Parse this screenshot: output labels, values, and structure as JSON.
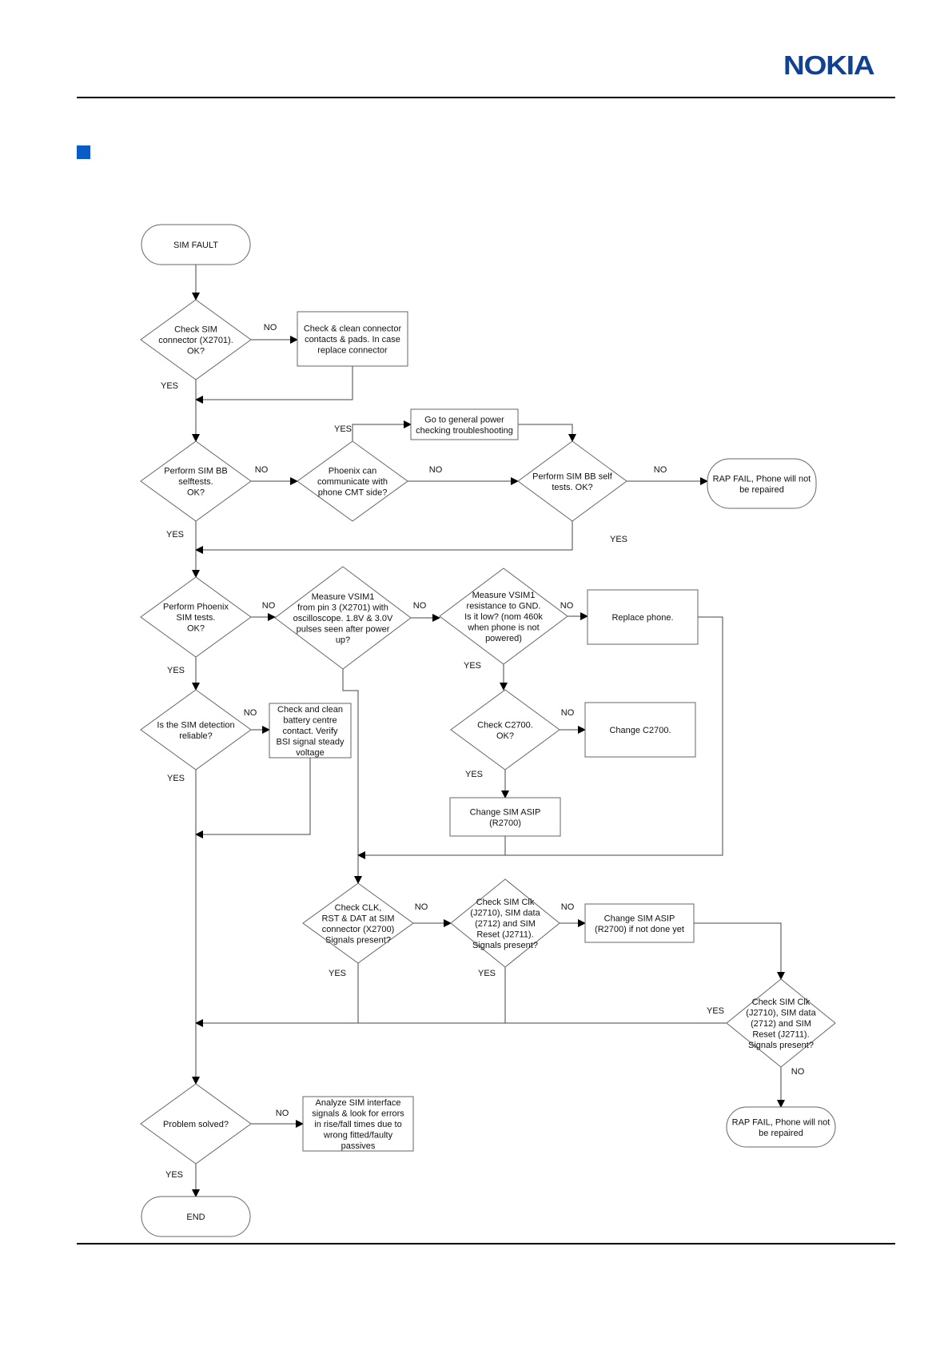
{
  "header": {
    "logo_text": "NOKIA",
    "logo_color": "#124191"
  },
  "section_marker_color": "#0a5bc4",
  "diagram": {
    "nodes": [
      {
        "id": "sim_fault",
        "lines": [
          "SIM FAULT"
        ]
      },
      {
        "id": "check_connector",
        "lines": [
          "Check SIM",
          "connector (X2701).",
          "OK?"
        ]
      },
      {
        "id": "clean_connector",
        "lines": [
          "Check & clean connector",
          "contacts & pads. In case",
          "replace connector"
        ]
      },
      {
        "id": "general_power",
        "lines": [
          "Go to general power",
          "checking troubleshooting"
        ]
      },
      {
        "id": "bb_selftests",
        "lines": [
          "Perform SIM BB",
          "selftests.",
          "OK?"
        ]
      },
      {
        "id": "phoenix_comm",
        "lines": [
          "Phoenix can",
          "communicate with",
          "phone CMT side?"
        ]
      },
      {
        "id": "bb_self_again",
        "lines": [
          "Perform SIM BB self",
          "tests. OK?"
        ]
      },
      {
        "id": "rap_fail_1",
        "lines": [
          "RAP FAIL, Phone will not",
          "be repaired"
        ]
      },
      {
        "id": "phoenix_sim_tests",
        "lines": [
          "Perform Phoenix",
          "SIM tests.",
          "OK?"
        ]
      },
      {
        "id": "measure_vsim",
        "lines": [
          "Measure VSIM1",
          "from pin 3 (X2701) with",
          "oscilloscope. 1.8V & 3.0V",
          "pulses seen after power",
          "up?"
        ]
      },
      {
        "id": "measure_resistance",
        "lines": [
          "Measure VSIM1",
          "resistance to GND.",
          "Is it low? (nom 460k",
          "when phone is not",
          "powered)"
        ]
      },
      {
        "id": "replace_phone",
        "lines": [
          "Replace phone."
        ]
      },
      {
        "id": "detection_reliable",
        "lines": [
          "Is the SIM detection",
          "reliable?"
        ]
      },
      {
        "id": "check_battery",
        "lines": [
          "Check and clean",
          "battery centre",
          "contact. Verify",
          "BSI signal steady",
          "voltage"
        ]
      },
      {
        "id": "check_c2700",
        "lines": [
          "Check C2700.",
          "OK?"
        ]
      },
      {
        "id": "change_c2700",
        "lines": [
          "Change C2700."
        ]
      },
      {
        "id": "change_asip_1",
        "lines": [
          "Change SIM ASIP",
          "(R2700)"
        ]
      },
      {
        "id": "check_clk_rst",
        "lines": [
          "Check CLK,",
          "RST & DAT at SIM",
          "connector (X2700)",
          "Signals present?"
        ]
      },
      {
        "id": "check_sim_clk_1",
        "lines": [
          "Check SIM Clk",
          "(J2710), SIM data",
          "(2712) and SIM",
          "Reset (J2711).",
          "Signals present?"
        ]
      },
      {
        "id": "change_asip_2",
        "lines": [
          "Change SIM ASIP",
          "(R2700) if not done yet"
        ]
      },
      {
        "id": "check_sim_clk_2",
        "lines": [
          "Check SIM Clk",
          "(J2710), SIM data",
          "(2712) and SIM",
          "Reset (J2711).",
          "Signals present?"
        ]
      },
      {
        "id": "rap_fail_2",
        "lines": [
          "RAP FAIL, Phone will not",
          "be repaired"
        ]
      },
      {
        "id": "problem_solved",
        "lines": [
          "Problem solved?"
        ]
      },
      {
        "id": "analyze_sim",
        "lines": [
          "Analyze SIM interface",
          "signals & look for errors",
          "in rise/fall times due to",
          "wrong fitted/faulty",
          "passives"
        ]
      },
      {
        "id": "end",
        "lines": [
          "END"
        ]
      }
    ],
    "labels": [
      {
        "id": "l1",
        "text": "NO"
      },
      {
        "id": "l2",
        "text": "YES"
      },
      {
        "id": "l3",
        "text": "YES"
      },
      {
        "id": "l4",
        "text": "NO"
      },
      {
        "id": "l5",
        "text": "NO"
      },
      {
        "id": "l6",
        "text": "NO"
      },
      {
        "id": "l7",
        "text": "YES"
      },
      {
        "id": "l8",
        "text": "YES"
      },
      {
        "id": "l9",
        "text": "NO"
      },
      {
        "id": "l10",
        "text": "NO"
      },
      {
        "id": "l11",
        "text": "NO"
      },
      {
        "id": "l12",
        "text": "YES"
      },
      {
        "id": "l13",
        "text": "YES"
      },
      {
        "id": "l14",
        "text": "NO"
      },
      {
        "id": "l15",
        "text": "YES"
      },
      {
        "id": "l16",
        "text": "NO"
      },
      {
        "id": "l17",
        "text": "YES"
      },
      {
        "id": "l18",
        "text": "NO"
      },
      {
        "id": "l19",
        "text": "NO"
      },
      {
        "id": "l20",
        "text": "YES"
      },
      {
        "id": "l21",
        "text": "YES"
      },
      {
        "id": "l22",
        "text": "YES"
      },
      {
        "id": "l23",
        "text": "NO"
      },
      {
        "id": "l24",
        "text": "NO"
      },
      {
        "id": "l25",
        "text": "YES"
      }
    ]
  }
}
